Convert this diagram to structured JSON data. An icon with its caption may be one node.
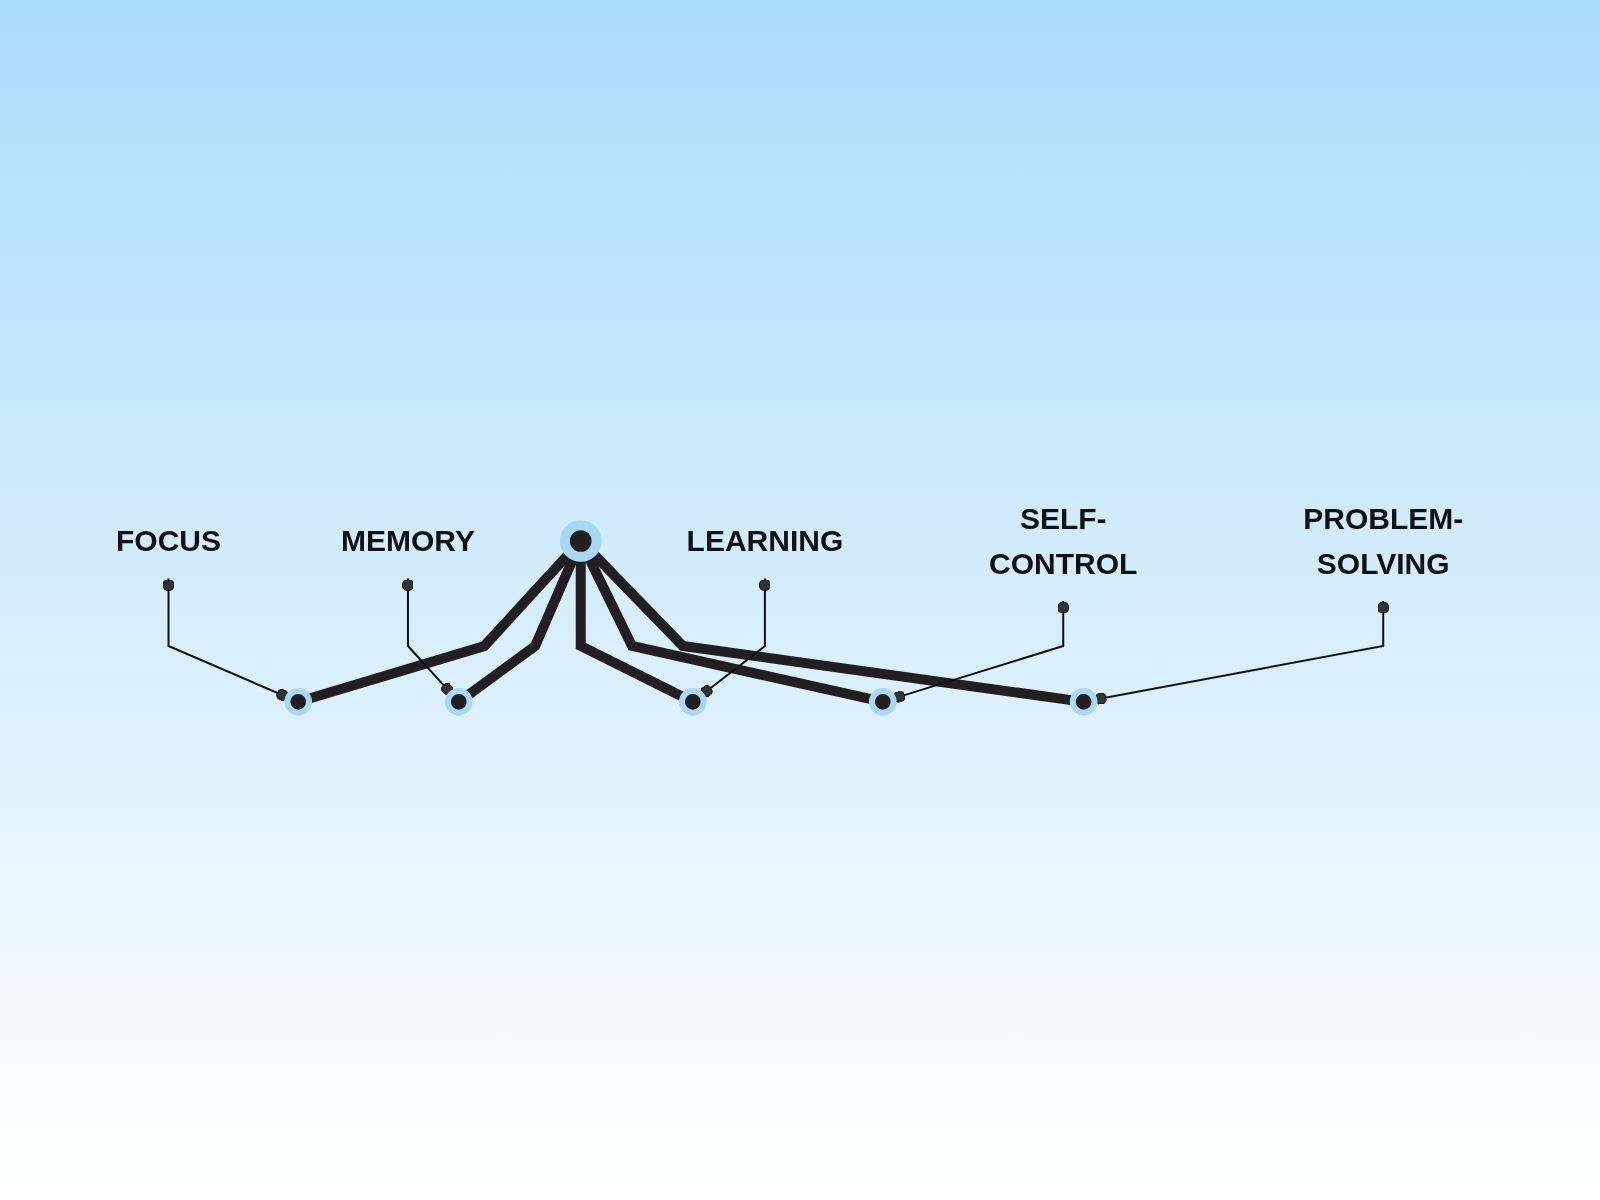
{
  "diagram": {
    "nodes": [
      {
        "text": [],
        "shape": "circle"
      },
      {
        "text": [],
        "shape": "circle"
      },
      {
        "text": [],
        "shape": "circle"
      },
      {
        "text": [],
        "shape": "circle"
      },
      {
        "text": [],
        "shape": "circle"
      },
      {
        "text": [],
        "shape": "circle"
      },
      {
        "text": [
          "FOCUS"
        ]
      },
      {
        "text": [
          "MEMORY"
        ]
      },
      {
        "text": [
          "LEARNING"
        ]
      },
      {
        "text": [
          "SELF-CONTROL"
        ]
      },
      {
        "text": [
          "PROBLEM-SOLVING"
        ]
      }
    ],
    "edges": [
      {
        "from": 0,
        "to": 1,
        "arrow": "none",
        "style": "thick"
      },
      {
        "from": 0,
        "to": 2,
        "arrow": "none",
        "style": "thick"
      },
      {
        "from": 0,
        "to": 3,
        "arrow": "none",
        "style": "thick"
      },
      {
        "from": 0,
        "to": 4,
        "arrow": "none",
        "style": "thick"
      },
      {
        "from": 0,
        "to": 5,
        "arrow": "none",
        "style": "thick"
      },
      {
        "from": 6,
        "to": 1,
        "arrow": "other"
      },
      {
        "from": 7,
        "to": 2,
        "arrow": "other"
      },
      {
        "from": 8,
        "to": 3,
        "arrow": "other"
      },
      {
        "from": 9,
        "to": 4,
        "arrow": "other"
      },
      {
        "from": 10,
        "to": 5,
        "arrow": "other"
      }
    ]
  }
}
